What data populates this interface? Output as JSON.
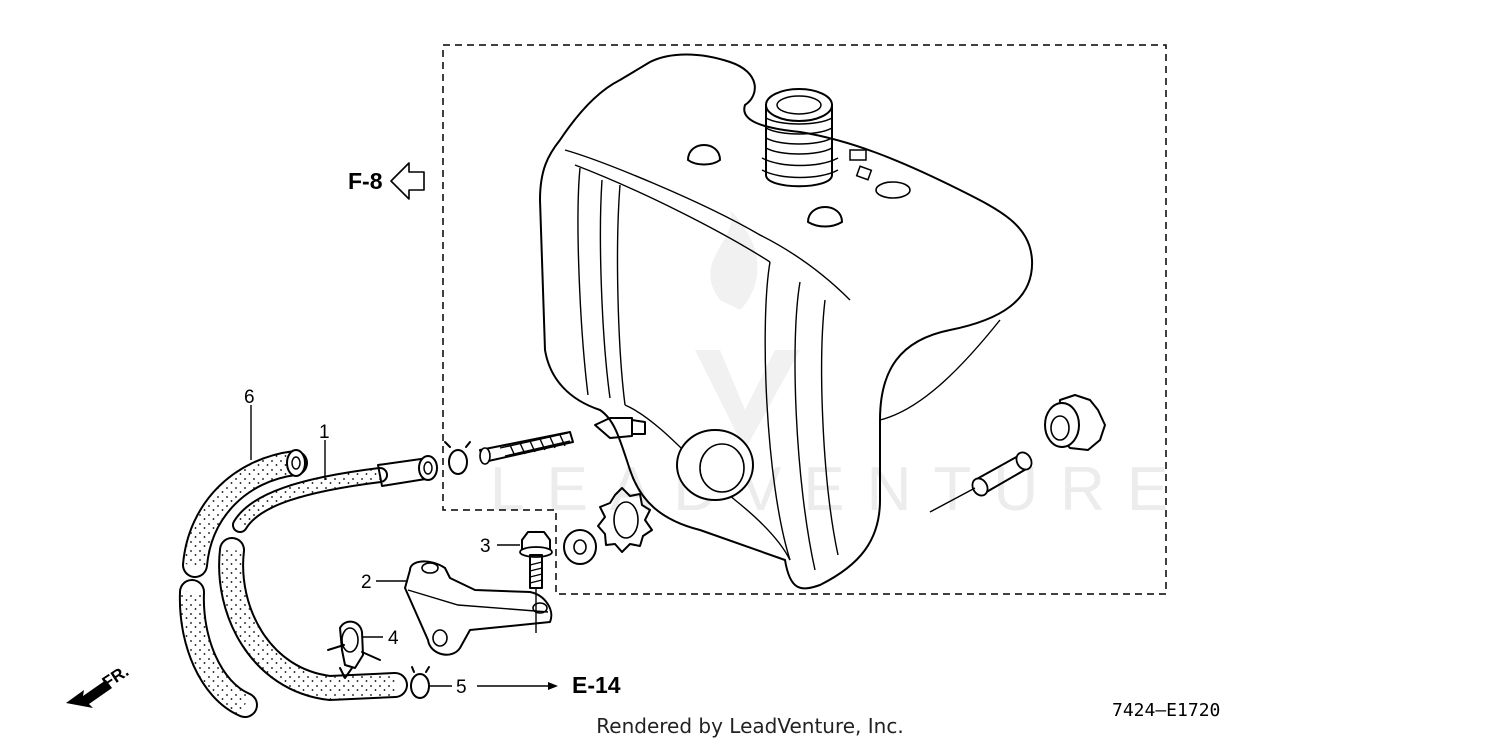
{
  "callouts": {
    "1": "1",
    "2": "2",
    "3": "3",
    "4": "4",
    "5": "5",
    "6": "6"
  },
  "references": {
    "f8": "F-8",
    "e14": "E-14",
    "front": "FR."
  },
  "diagram_code": "7424—E1720",
  "watermark": "LEADVENTURE",
  "credit": "Rendered by LeadVenture, Inc."
}
